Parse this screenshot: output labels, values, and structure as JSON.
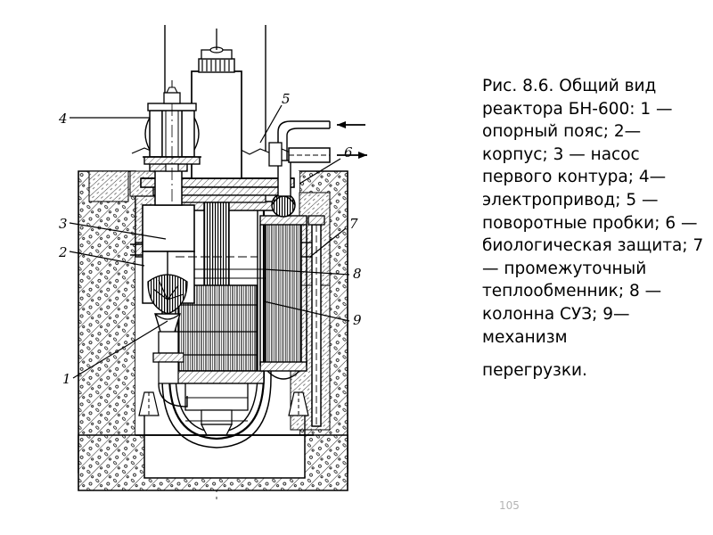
{
  "slide": {
    "page_number": "105",
    "background_color": "#ffffff",
    "ink_color": "#000000",
    "page_number_color": "#b4b4b4"
  },
  "caption": {
    "text": "Рис. 8.6. Общий вид реактора БН-600: 1 — опорный пояс; 2— корпус; 3 — насос первого контура; 4— электропривод; 5 — поворотные пробки; 6 — биологическая защита; 7 — промежуточный теплообменник; 8 —колонна СУЗ; 9— механизм",
    "tail": "перегрузки.",
    "figure_number": "Рис. 8.6.",
    "title": "Общий вид реактора БН-600",
    "legend": [
      {
        "num": "1",
        "label": "опорный пояс"
      },
      {
        "num": "2",
        "label": "корпус"
      },
      {
        "num": "3",
        "label": "насос первого контура"
      },
      {
        "num": "4",
        "label": "электропривод"
      },
      {
        "num": "5",
        "label": "поворотные пробки"
      },
      {
        "num": "6",
        "label": "биологическая защита"
      },
      {
        "num": "7",
        "label": "промежуточный теплообменник"
      },
      {
        "num": "8",
        "label": "колонна СУЗ"
      },
      {
        "num": "9",
        "label": "механизм перегрузки"
      }
    ]
  },
  "figure": {
    "alt": "Разрез реактора БН-600",
    "callouts": [
      {
        "id": "1",
        "text": "1"
      },
      {
        "id": "2",
        "text": "2"
      },
      {
        "id": "3",
        "text": "3"
      },
      {
        "id": "4",
        "text": "4"
      },
      {
        "id": "5",
        "text": "5"
      },
      {
        "id": "6",
        "text": "6"
      },
      {
        "id": "7",
        "text": "7"
      },
      {
        "id": "8",
        "text": "8"
      },
      {
        "id": "9",
        "text": "9"
      }
    ]
  }
}
